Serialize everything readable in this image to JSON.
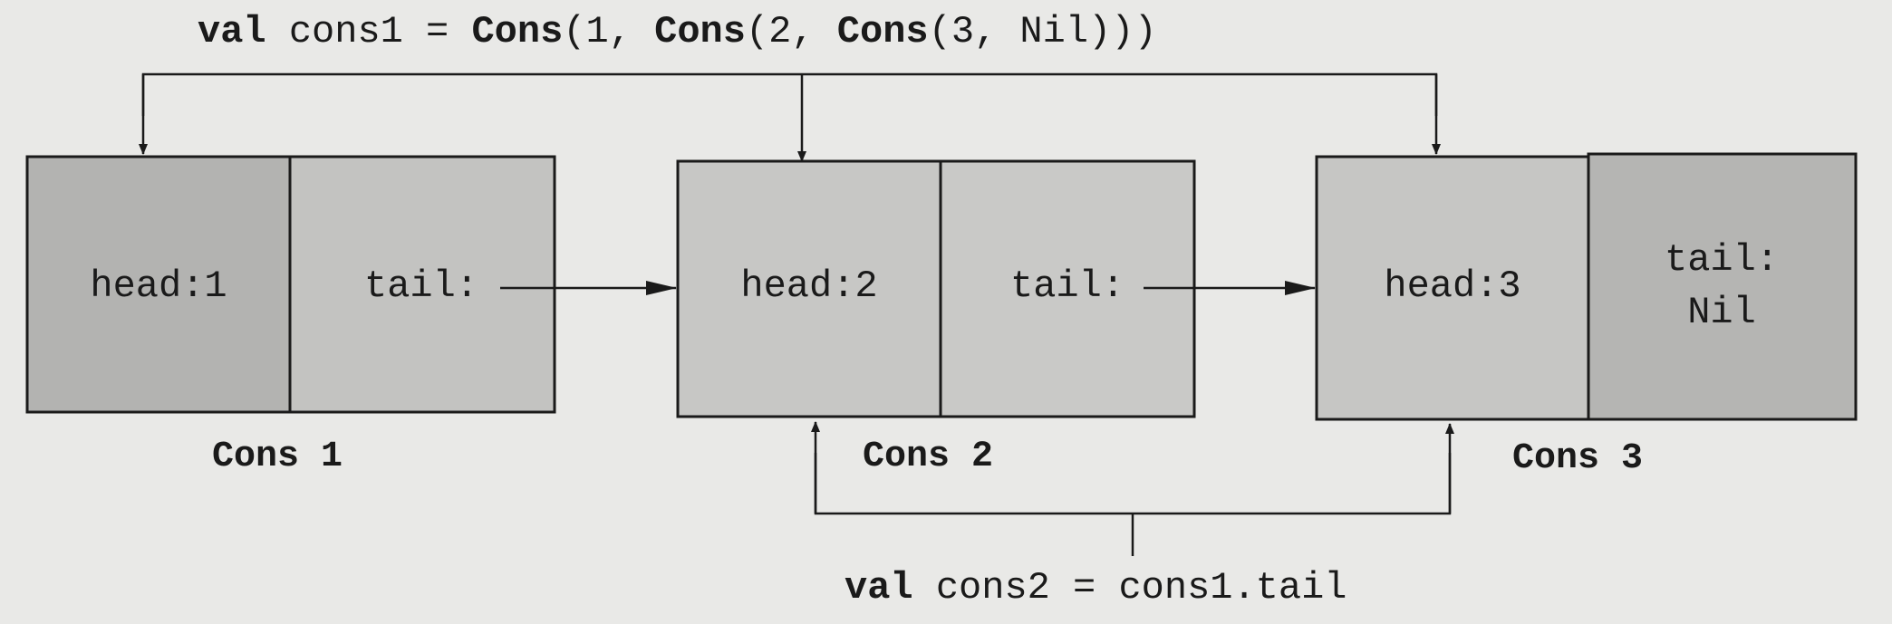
{
  "top_code": {
    "parts": [
      {
        "text": "val",
        "bold": true
      },
      {
        "text": " cons1 = ",
        "bold": false
      },
      {
        "text": "Cons",
        "bold": true
      },
      {
        "text": "(1, ",
        "bold": false
      },
      {
        "text": "Cons",
        "bold": true
      },
      {
        "text": "(2, ",
        "bold": false
      },
      {
        "text": "Cons",
        "bold": true
      },
      {
        "text": "(3, Nil)))",
        "bold": false
      }
    ]
  },
  "cells": [
    {
      "caption": "Cons 1",
      "head": "head:1",
      "tail": [
        "tail:"
      ],
      "fill": "#b3b3b1"
    },
    {
      "caption": "Cons 2",
      "head": "head:2",
      "tail": [
        "tail:"
      ],
      "fill": "#c7c7c5"
    },
    {
      "caption": "Cons 3",
      "head": "head:3",
      "tail": [
        "tail:",
        "Nil"
      ],
      "fill": "#bdbdbb"
    }
  ],
  "bottom_code": {
    "parts": [
      {
        "text": "val",
        "bold": true
      },
      {
        "text": " cons2 = cons1.tail",
        "bold": false
      }
    ]
  },
  "colors": {
    "background": "#e9e9e7",
    "stroke": "#1a1a1a"
  }
}
